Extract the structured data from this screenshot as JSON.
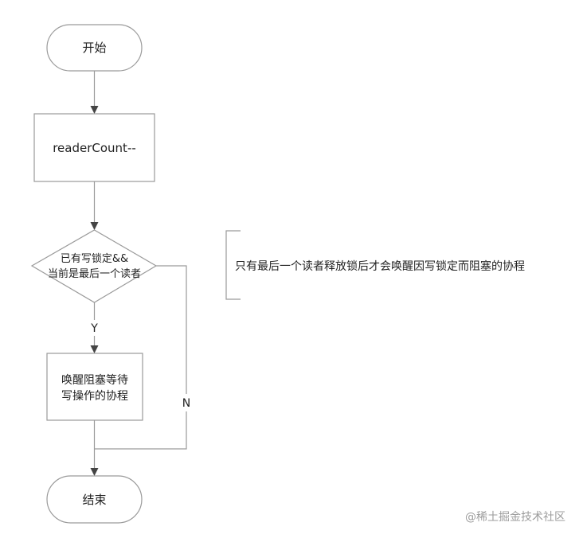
{
  "flowchart": {
    "start": "开始",
    "step1": "readerCount--",
    "decision_line1": "已有写锁定&&",
    "decision_line2": "当前是最后一个读者",
    "yes_label": "Y",
    "action_line1": "唤醒阻塞等待",
    "action_line2": "写操作的协程",
    "no_label": "N",
    "end": "结束"
  },
  "annotation": {
    "text": "只有最后一个读者释放锁后才会唤醒因写锁定而阻塞的协程"
  },
  "watermark": "@稀土掘金技术社区",
  "colors": {
    "stroke": "#9a9a9a",
    "arrow": "#444444",
    "text": "#222222",
    "watermark": "#9c9c9c"
  }
}
